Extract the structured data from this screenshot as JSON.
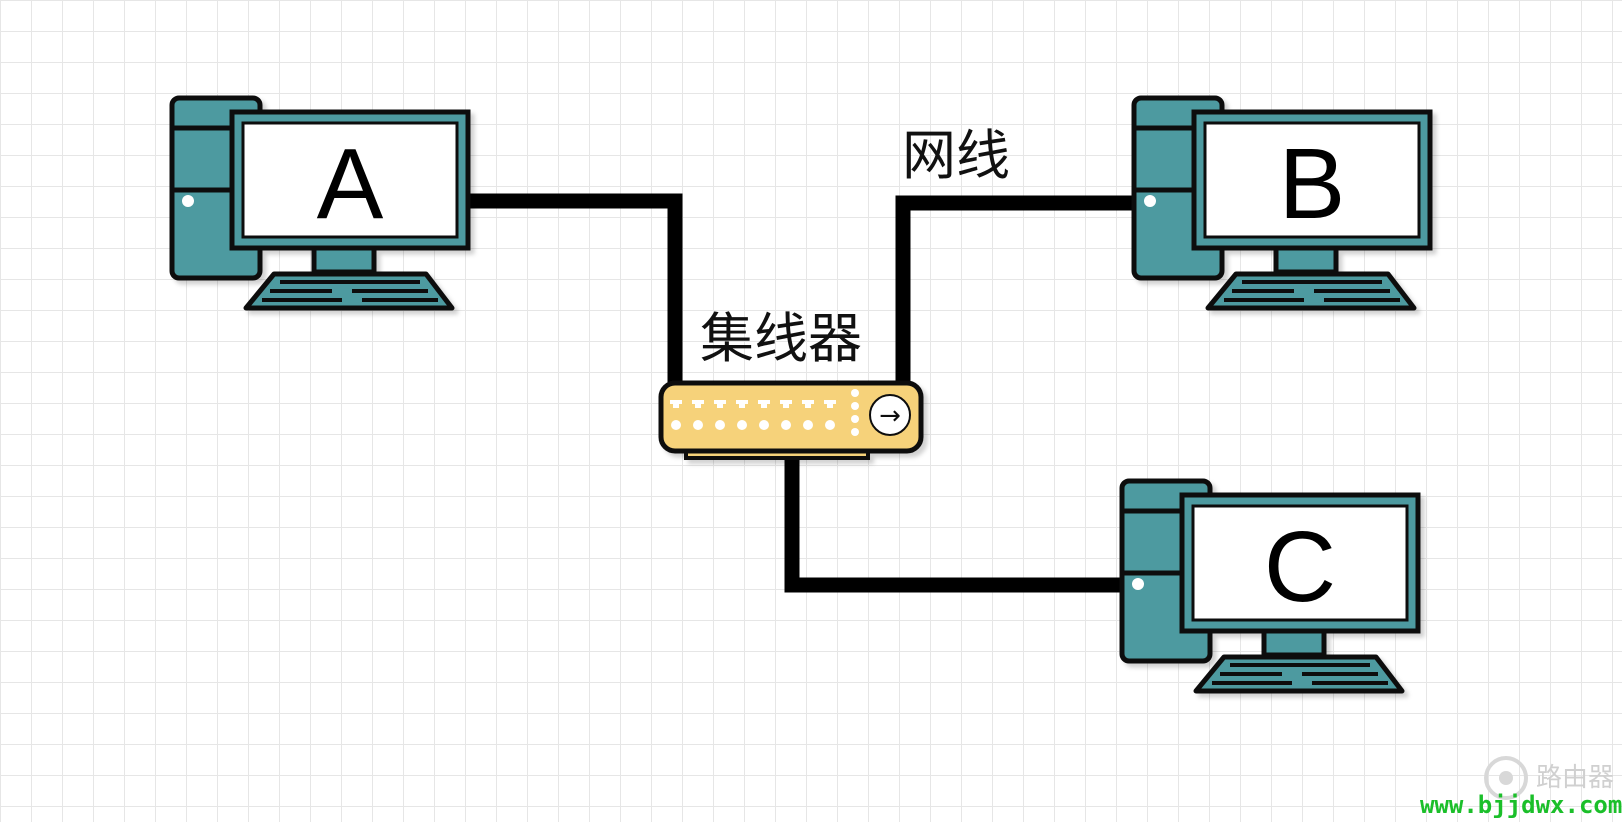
{
  "computers": [
    {
      "id": "A",
      "label": "A"
    },
    {
      "id": "B",
      "label": "B"
    },
    {
      "id": "C",
      "label": "C"
    }
  ],
  "labels": {
    "cable": "网线",
    "hub": "集线器"
  },
  "hub": {
    "icon": "→"
  },
  "watermark": {
    "logo_text": "路由器",
    "url": "www.bjjdwx.com"
  },
  "colors": {
    "computer_teal": "#4e9aa0",
    "hub_yellow": "#f6d27a",
    "cable": "#000000",
    "watermark_green": "#1bbf2a"
  }
}
